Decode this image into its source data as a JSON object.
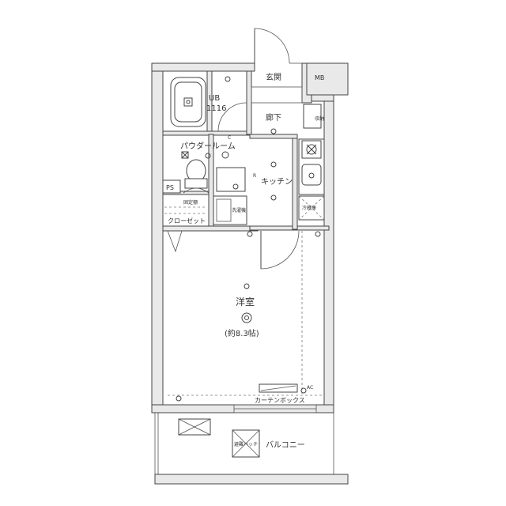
{
  "rooms": {
    "genkan": "玄関",
    "mb": "MB",
    "ub": "UB",
    "ub_size": "1116",
    "rouka": "廊下",
    "powder": "パウダールーム",
    "kitchen": "キッチン",
    "yoshitsu": "洋室",
    "yoshitsu_size": "(約8.3帖)",
    "closet": "クローゼット",
    "balcony": "バルコニー",
    "ps": "PS"
  },
  "fixtures": {
    "curtain_box": "カーテンボックス",
    "fixed_shelf": "固定棚",
    "washer": "洗濯機",
    "fridge": "冷蔵庫",
    "hatch": "避難ハッチ",
    "ac": "AC",
    "storage": "収納",
    "c_mark": "C",
    "r_mark": "R"
  }
}
